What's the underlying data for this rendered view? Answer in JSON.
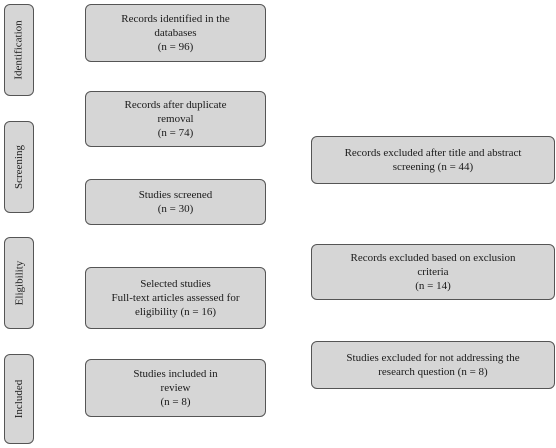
{
  "stages": [
    {
      "id": "identification",
      "label": "Identification"
    },
    {
      "id": "screening",
      "label": "Screening"
    },
    {
      "id": "eligibility",
      "label": "Eligibility"
    },
    {
      "id": "included",
      "label": "Included"
    }
  ],
  "main_boxes": [
    {
      "id": "identified",
      "lines": [
        "Records identified in the",
        "databases",
        "(n = 96)"
      ]
    },
    {
      "id": "after-duplicates",
      "lines": [
        "Records after duplicate",
        "removal",
        "(n = 74)"
      ]
    },
    {
      "id": "screened",
      "lines": [
        "Studies screened",
        "(n = 30)"
      ]
    },
    {
      "id": "selected",
      "lines": [
        "Selected studies",
        "Full-text articles assessed for",
        "eligibility (n = 16)"
      ]
    },
    {
      "id": "included",
      "lines": [
        "Studies included in",
        "review",
        "(n = 8)"
      ]
    }
  ],
  "excluded_boxes": [
    {
      "id": "excluded-title-abstract",
      "lines": [
        "Records excluded after title and abstract",
        "screening (n = 44)"
      ]
    },
    {
      "id": "excluded-exclusion-criteria",
      "lines": [
        "Records excluded based on exclusion",
        "criteria",
        "(n = 14)"
      ]
    },
    {
      "id": "excluded-research-question",
      "lines": [
        "Studies excluded for not addressing the",
        "research question (n = 8)"
      ]
    }
  ]
}
